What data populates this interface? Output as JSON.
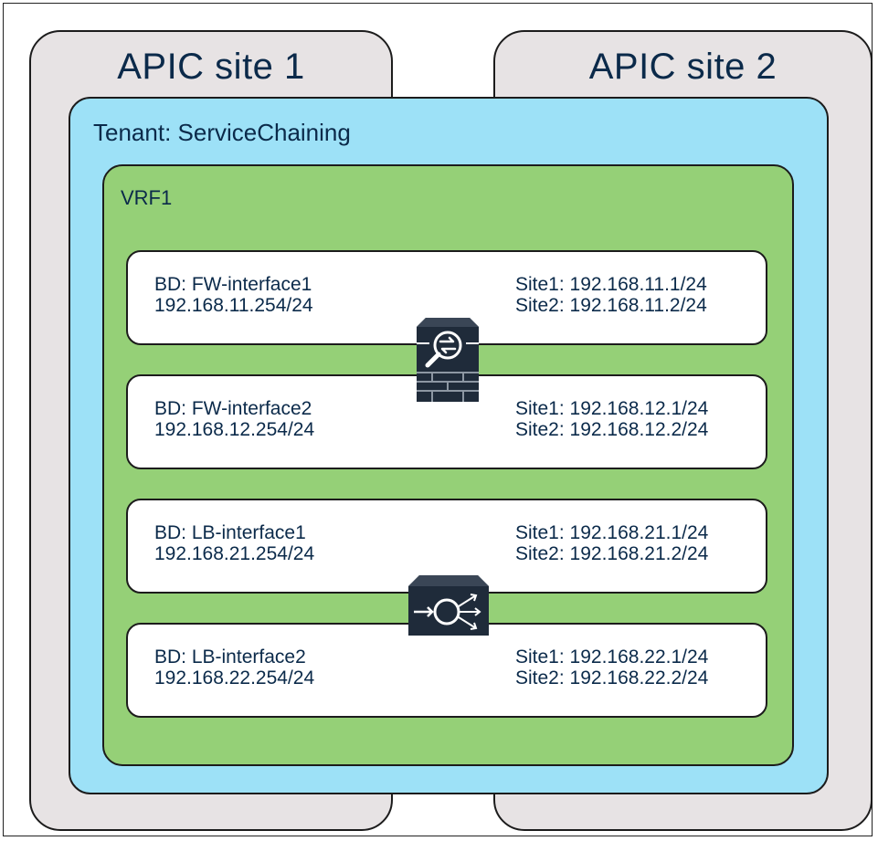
{
  "sites": [
    {
      "title": "APIC site 1"
    },
    {
      "title": "APIC site 2"
    }
  ],
  "tenant": {
    "label": "Tenant: ServiceChaining"
  },
  "vrf": {
    "label": "VRF1"
  },
  "bridge_domains": [
    {
      "name": "BD: FW-interface1",
      "gateway": "192.168.11.254/24",
      "site1": "Site1: 192.168.11.1/24",
      "site2": "Site2: 192.168.11.2/24"
    },
    {
      "name": "BD: FW-interface2",
      "gateway": "192.168.12.254/24",
      "site1": "Site1: 192.168.12.1/24",
      "site2": "Site2: 192.168.12.2/24"
    },
    {
      "name": "BD: LB-interface1",
      "gateway": "192.168.21.254/24",
      "site1": "Site1: 192.168.21.1/24",
      "site2": "Site2: 192.168.21.2/24"
    },
    {
      "name": "BD: LB-interface2",
      "gateway": "192.168.22.254/24",
      "site1": "Site1: 192.168.22.1/24",
      "site2": "Site2: 192.168.22.2/24"
    }
  ],
  "icons": {
    "firewall": "firewall-icon",
    "load_balancer": "load-balancer-icon"
  },
  "colors": {
    "site_fill": "#e7e3e4",
    "tenant_fill": "#9de1f7",
    "vrf_fill": "#95d077",
    "bd_fill": "#ffffff",
    "text": "#0b2a4a",
    "device_fill": "#1f2b3a"
  }
}
